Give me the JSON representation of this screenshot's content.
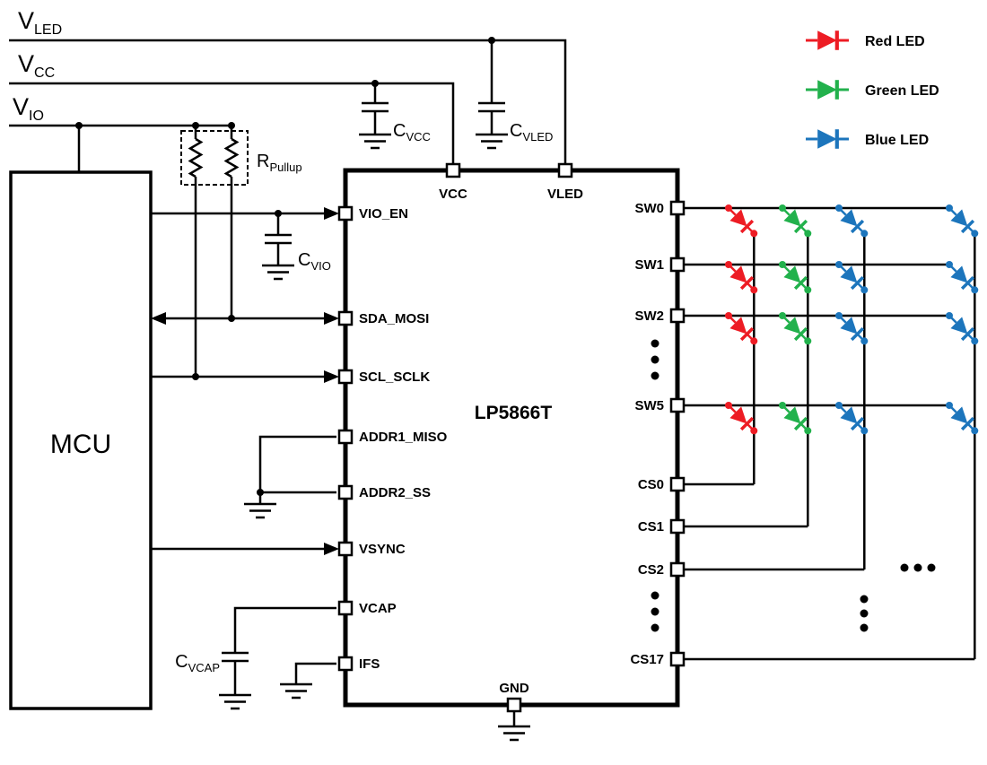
{
  "rails": {
    "vled": {
      "main": "V",
      "sub": "LED"
    },
    "vcc": {
      "main": "V",
      "sub": "CC"
    },
    "vio": {
      "main": "V",
      "sub": "IO"
    }
  },
  "components": {
    "mcu_label": "MCU",
    "chip_label": "LP5866T",
    "c_vcc": {
      "main": "C",
      "sub": "VCC"
    },
    "c_vled": {
      "main": "C",
      "sub": "VLED"
    },
    "c_vio": {
      "main": "C",
      "sub": "VIO"
    },
    "c_vcap": {
      "main": "C",
      "sub": "VCAP"
    },
    "r_pullup": {
      "main": "R",
      "sub": "Pullup"
    }
  },
  "chip_pins": {
    "left": [
      "VIO_EN",
      "SDA_MOSI",
      "SCL_SCLK",
      "ADDR1_MISO",
      "ADDR2_SS",
      "VSYNC",
      "VCAP",
      "IFS"
    ],
    "top": [
      "VCC",
      "VLED"
    ],
    "bottom": [
      "GND"
    ],
    "right_sw": [
      "SW0",
      "SW1",
      "SW2",
      "SW5"
    ],
    "right_cs": [
      "CS0",
      "CS1",
      "CS2",
      "CS17"
    ]
  },
  "legend": [
    {
      "label": "Red LED",
      "color": "#ed1c24"
    },
    {
      "label": "Green LED",
      "color": "#22b14c"
    },
    {
      "label": "Blue LED",
      "color": "#1c75bc"
    }
  ],
  "colors": {
    "wire": "#000000",
    "red_led": "#ed1c24",
    "green_led": "#22b14c",
    "blue_led": "#1c75bc"
  }
}
